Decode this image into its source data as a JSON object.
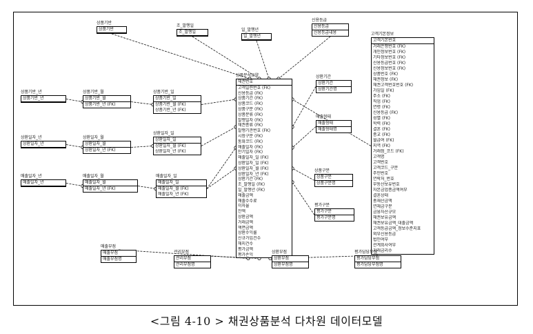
{
  "caption": "<그림 4-10 > 채권상품분석 다차원 데이터모델",
  "entities": {
    "sangpum_giban": {
      "title": "상품기반",
      "rows": [
        "상품기반"
      ]
    },
    "jo_balhaeng": {
      "title": "조_발행일",
      "rows": [
        "조_발행일"
      ]
    },
    "il_balhaeng": {
      "title": "일_발행년",
      "rows": [
        "일_발행년"
      ]
    },
    "sinyong_deunggeup": {
      "title": "신용등급",
      "rows": [
        "신용등급",
        "신용등급내용"
      ]
    },
    "gogaek": {
      "title": "고객기본정보",
      "rows": [
        "고객기본번호",
        "거래은행번호 (FK)",
        "개인정보번호 (FK)",
        "기타정보번호 (FK)",
        "신용등급번호 (FK)",
        "신용정보번호 (FK)",
        "상품번호 (FK)",
        "채권정보 (FK)",
        "채권고객번호번호 (FK)",
        "가입일 (FK)",
        "주소 (FK)",
        "직업 (FK)",
        "연령 (FK)",
        "신용등급 (FK)",
        "성별 (FK)",
        "학력 (FK)",
        "결혼 (FK)",
        "종교 (FK)",
        "월급여 (FK)",
        "지역 (FK)",
        "거래점_코드 (FK)",
        "고객명",
        "고객번호",
        "고객코드_구분",
        "주민번호",
        "연락처_번호",
        "부동산보유번호",
        "자본금업종금액여부",
        "결혼상태",
        "총재산금액",
        "연체금구분",
        "금융자산규모",
        "채권보유금액",
        "채권보유금액_대출금액",
        "고객등급금액_정보수준지표",
        "외부신용등급",
        "법인여부",
        "관계회사여부",
        "거래금리수"
      ]
    },
    "sangpum_giban_nyeon": {
      "title": "상품기반_년",
      "rows": [
        "상품기반_년"
      ]
    },
    "sangpum_giban_wol": {
      "title": "상품기반_월",
      "rows": [
        "상품기반_월",
        "상품기반_년 (FK)"
      ]
    },
    "sangpum_giban_il": {
      "title": "상품기반_일",
      "rows": [
        "상품기반_일",
        "상품기반_월 (FK)",
        "상품기반_년 (FK)"
      ]
    },
    "fact": {
      "title": "상품분석요약",
      "rows": [
        "채권번호",
        "고객일련번호 (FK)",
        "신용등급 (FK)",
        "상품기간 (FK)",
        "상품코드 (FK)",
        "상품구분 (FK)",
        "상품분류 (FK)",
        "발행일자 (FK)",
        "채권종류 (FK)",
        "발행기관번호 (FK)",
        "시장구분 (FK)",
        "통화코드 (FK)",
        "매출일자 (FK)",
        "만기일자 (FK)",
        "매출일자_일 (FK)",
        "상환일자_일 (FK)",
        "상환일자_월 (FK)",
        "상환일자_년 (FK)",
        "상환기간 (FK)",
        "조_발행일 (FK)",
        "일_발행년 (FK)",
        "매출금액",
        "매출수수료",
        "이자율",
        "잔액",
        "상환금액",
        "거래금액",
        "액면금액",
        "상환수익률",
        "신규가입건수",
        "해지건수",
        "평가금액",
        "평가손익"
      ]
    },
    "sanghwan_gigan": {
      "title": "상환기간",
      "rows": [
        "상환기간",
        "상환기간명"
      ]
    },
    "sanghwan_il_nyeon": {
      "title": "상환일자_년",
      "rows": [
        "상환일자_년"
      ]
    },
    "sanghwan_il_wol": {
      "title": "상환일자_월",
      "rows": [
        "상환일자_월",
        "상환일자_년 (FK)"
      ]
    },
    "sanghwan_il_il": {
      "title": "상환일자_일",
      "rows": [
        "상환일자_일",
        "상환일자_월 (FK)",
        "상환일자_년 (FK)"
      ]
    },
    "maechul_hyeong": {
      "title": "매출형태",
      "rows": [
        "매출형태",
        "매출형태명"
      ]
    },
    "maechul_il_nyeon": {
      "title": "매출일자_년",
      "rows": [
        "매출일자_년"
      ]
    },
    "maechul_il_wol": {
      "title": "매출일자_월",
      "rows": [
        "매출일자_월",
        "매출일자_년 (FK)"
      ]
    },
    "maechul_il_il": {
      "title": "매출일자_일",
      "rows": [
        "매출일자_일",
        "매출일자_월 (FK)",
        "매출일자_년 (FK)"
      ]
    },
    "sangpum_gubun": {
      "title": "상품구분",
      "rows": [
        "상품구분",
        "상품구분명"
      ]
    },
    "pyeongga_gubun": {
      "title": "평가구분",
      "rows": [
        "평가구분",
        "평가구분명"
      ]
    },
    "maechul_bu": {
      "title": "매출부점",
      "rows": [
        "매출부점",
        "매출부점명"
      ]
    },
    "gwalli_bu": {
      "title": "관리부점",
      "rows": [
        "관리부점",
        "관리부점명"
      ]
    },
    "sanghwan_bu": {
      "title": "상환부점",
      "rows": [
        "상환부점",
        "상환부점명"
      ]
    },
    "pyeongga_bu": {
      "title": "평가담당부점",
      "rows": [
        "평가담당부점",
        "평가담당부점명"
      ]
    }
  }
}
